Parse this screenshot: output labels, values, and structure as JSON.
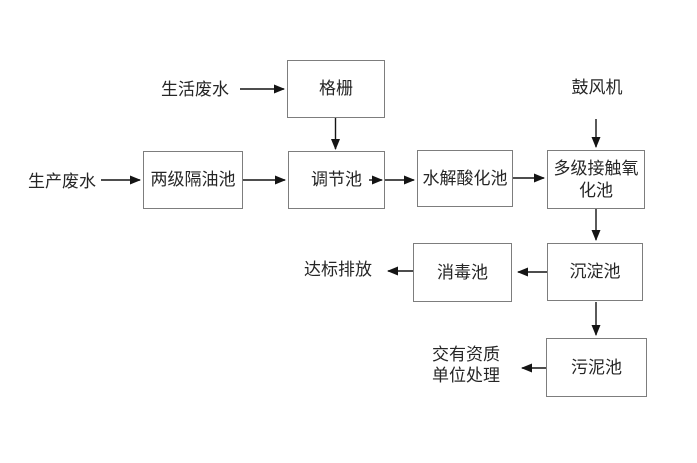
{
  "diagram": {
    "labels": {
      "domestic": "生活废水",
      "production": "生产废水",
      "blower": "鼓风机",
      "discharge": "达标排放",
      "qualified_line1": "交有资质",
      "qualified_line2": "单位处理"
    },
    "nodes": {
      "grid": "格栅",
      "oil_separator": "两级隔油池",
      "regulating_tank": "调节池",
      "hydrolysis_tank": "水解酸化池",
      "oxidation_tank": "多级接触氧化池",
      "sedimentation_tank": "沉淀池",
      "disinfection_tank": "消毒池",
      "sludge_tank": "污泥池"
    },
    "edges": [
      {
        "from": "domestic",
        "to": "grid"
      },
      {
        "from": "grid",
        "to": "regulating_tank"
      },
      {
        "from": "production",
        "to": "oil_separator"
      },
      {
        "from": "oil_separator",
        "to": "regulating_tank"
      },
      {
        "from": "regulating_tank",
        "to": "hydrolysis_tank"
      },
      {
        "from": "hydrolysis_tank",
        "to": "oxidation_tank"
      },
      {
        "from": "blower",
        "to": "oxidation_tank"
      },
      {
        "from": "oxidation_tank",
        "to": "sedimentation_tank"
      },
      {
        "from": "sedimentation_tank",
        "to": "disinfection_tank"
      },
      {
        "from": "disinfection_tank",
        "to": "discharge"
      },
      {
        "from": "sedimentation_tank",
        "to": "sludge_tank"
      },
      {
        "from": "sludge_tank",
        "to": "qualified_unit"
      }
    ],
    "colors": {
      "box_border": "#7d7d7d",
      "text": "#262626",
      "arrow": "#141414",
      "background": "#ffffff"
    }
  }
}
